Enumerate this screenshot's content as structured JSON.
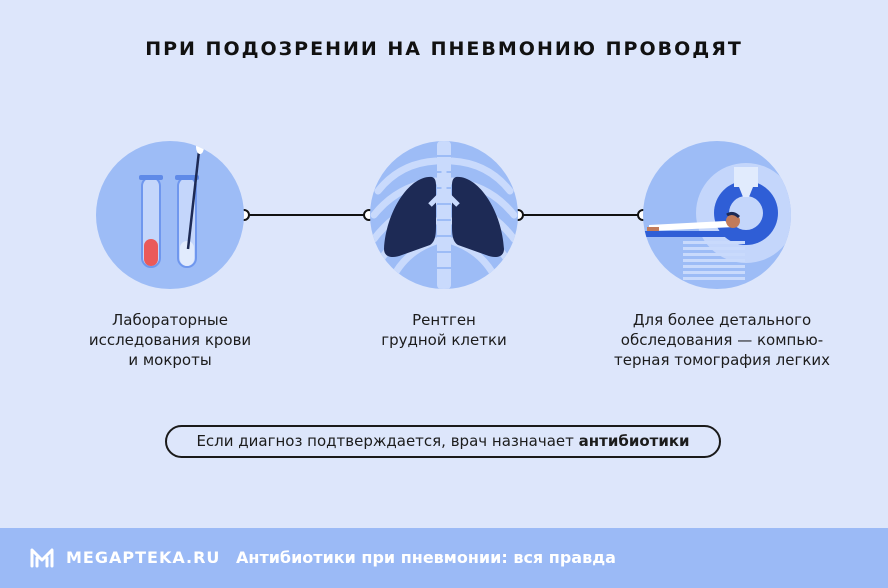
{
  "title": "ПРИ ПОДОЗРЕНИИ НА ПНЕВМОНИЮ ПРОВОДЯТ",
  "steps": [
    {
      "icon": "test-tubes-icon",
      "caption_lines": [
        "Лабораторные",
        "исследования крови",
        "и мокроты"
      ]
    },
    {
      "icon": "lungs-xray-icon",
      "caption_lines": [
        "Рентген",
        "грудной клетки"
      ]
    },
    {
      "icon": "ct-scanner-icon",
      "caption_lines": [
        "Для более детального",
        "обследования — компью-",
        "терная томография легких"
      ]
    }
  ],
  "note": {
    "text": "Если диагноз подтверждается, врач назначает ",
    "bold": "антибиотики"
  },
  "footer": {
    "brand": "MEGAPTEKA.RU",
    "article_title": "Антибиотики при пневмонии: вся правда"
  },
  "colors": {
    "background": "#dde6fb",
    "circle": "#9dbcf6",
    "footer": "#9bbaf6",
    "lungs_dark": "#1d2a55",
    "blood": "#ea5a5a"
  }
}
